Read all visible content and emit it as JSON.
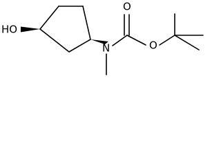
{
  "molecule": {
    "atoms": {
      "hydroxyl_label": "HO",
      "amine_nitrogen_label": "N",
      "ester_oxygen_label": "O",
      "carbonyl_oxygen_label": "O"
    },
    "stereo_bonds": [
      "wedge",
      "wedge"
    ]
  },
  "colors": {
    "bond": "#000000",
    "background": "#ffffff"
  }
}
